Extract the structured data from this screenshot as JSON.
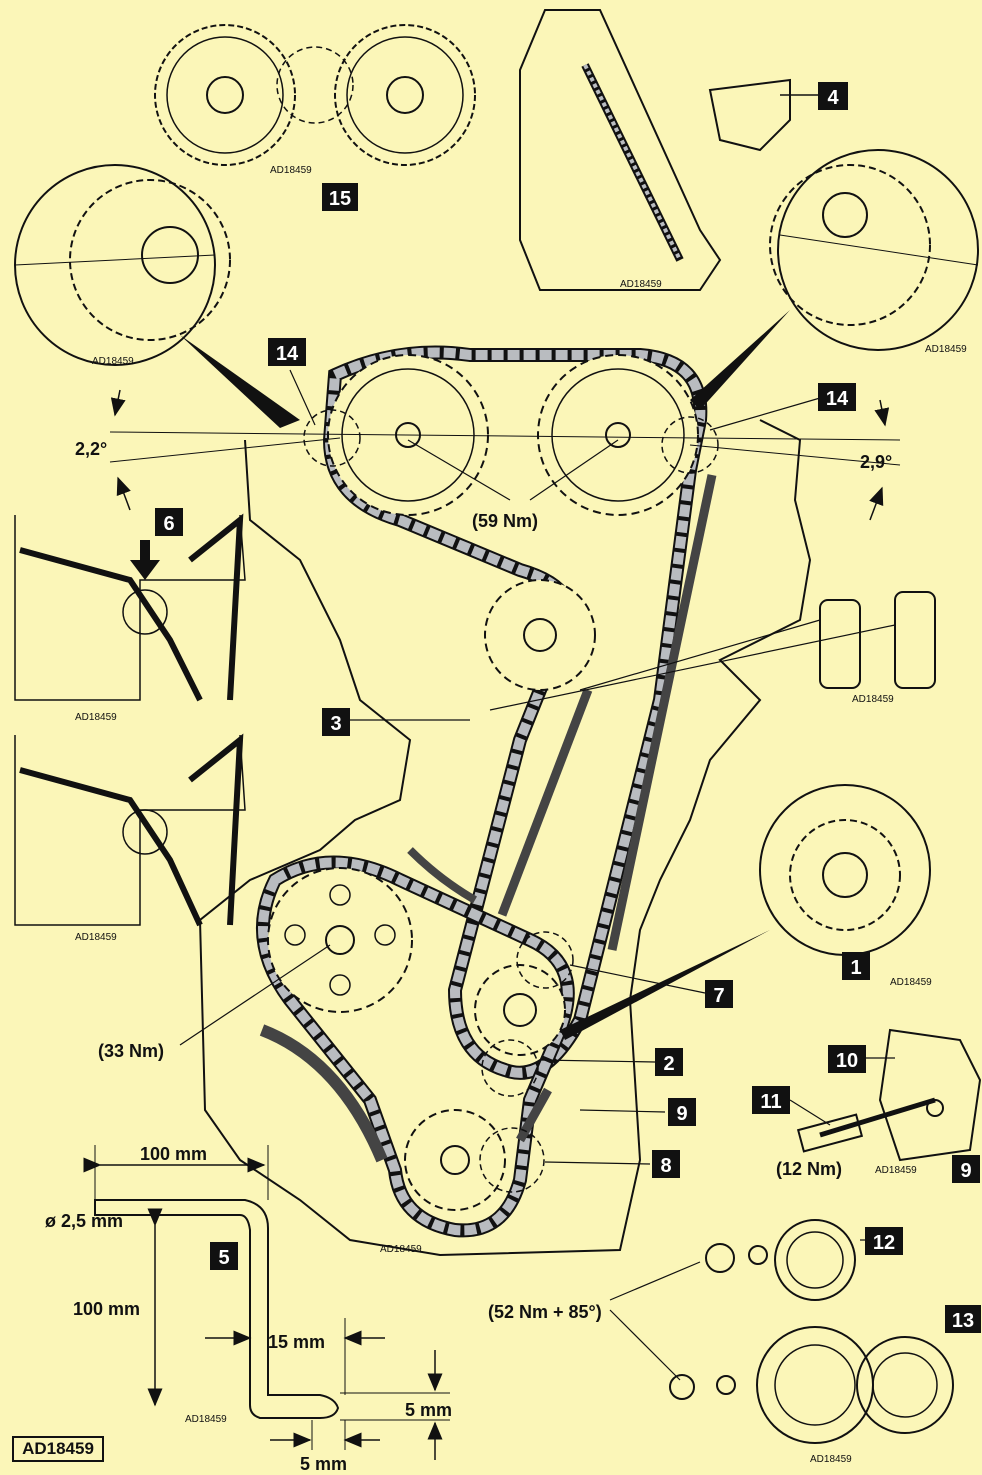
{
  "figure_code": "AD18459",
  "callouts": [
    "1",
    "2",
    "3",
    "4",
    "5",
    "6",
    "7",
    "8",
    "9",
    "9",
    "10",
    "11",
    "12",
    "13",
    "14",
    "14",
    "15"
  ],
  "angles": {
    "left": "2,2°",
    "right": "2,9°"
  },
  "torques": {
    "camshaft": "(59 Nm)",
    "crank_gear": "(33 Nm)",
    "tensioner": "(12 Nm)",
    "pulley": "(52 Nm + 85°)"
  },
  "tool": {
    "diameter": "ø 2,5  mm",
    "length_top": "100 mm",
    "length_side": "100 mm",
    "offset": "15 mm",
    "hook_depth": "5 mm",
    "hook_width": "5 mm"
  },
  "colors": {
    "background": "#fbf6b8",
    "line": "#111111",
    "chain": "#b9bcc0",
    "label_box": "#111111"
  }
}
